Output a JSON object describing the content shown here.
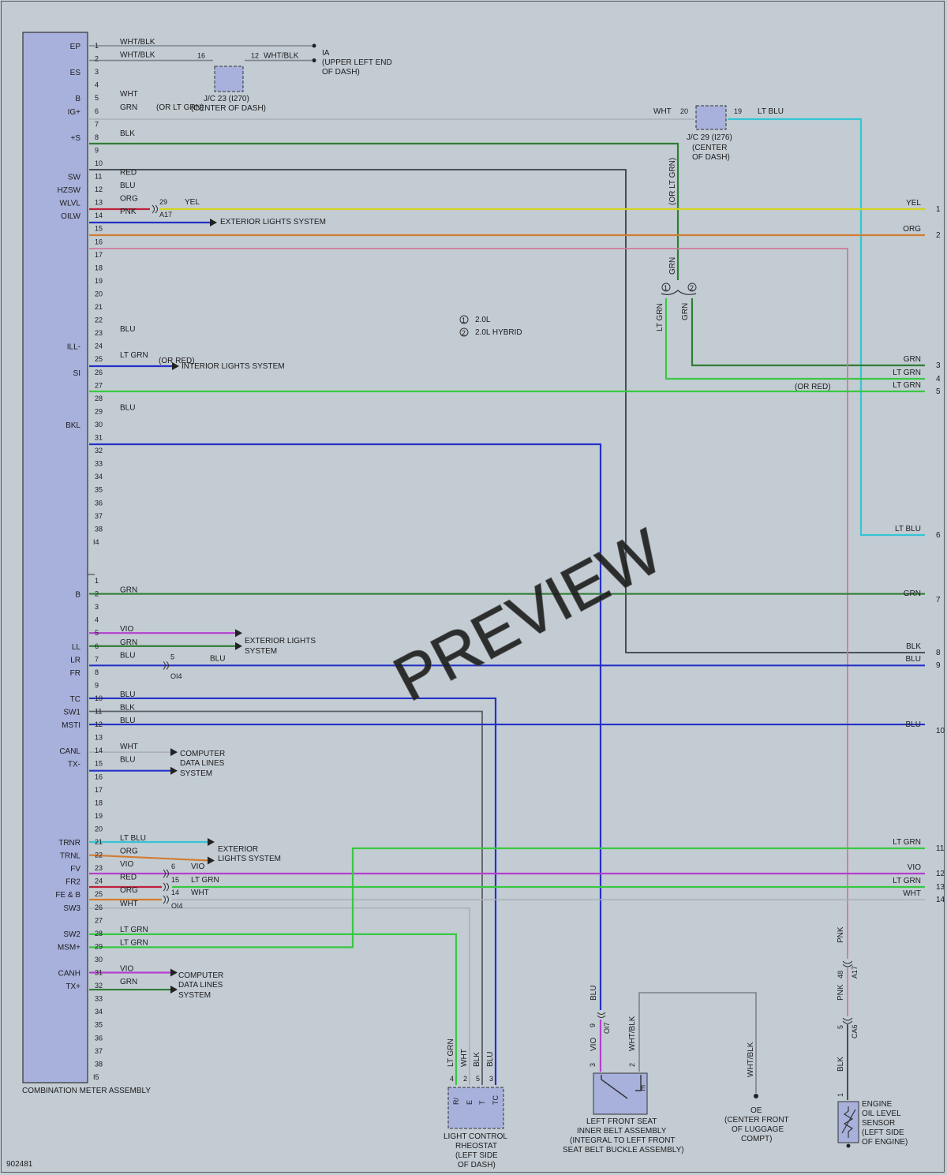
{
  "diagram_id": "902481",
  "watermark": "PREVIEW",
  "meter": {
    "title": "COMBINATION METER ASSEMBLY",
    "connector_a": "I4",
    "connector_b": "I5",
    "pin_labels_a": {
      "1": "EP",
      "3": "ES",
      "5": "B",
      "6": "IG+",
      "8": "+S",
      "11": "SW",
      "12": "HZSW",
      "13": "WLVL",
      "14": "OILW",
      "24": "ILL-",
      "26": "SI",
      "30": "BKL"
    },
    "pin_labels_b": {
      "2": "B",
      "6": "LL",
      "7": "LR",
      "8": "FR",
      "10": "TC",
      "11": "SW1",
      "12": "MSTI",
      "14": "CANL",
      "15": "TX-",
      "21": "TRNR",
      "22": "TRNL",
      "23": "FV",
      "24": "FR2",
      "25": "FE & B",
      "26": "SW3",
      "28": "SW2",
      "29": "MSM+",
      "31": "CANH",
      "32": "TX+"
    }
  },
  "wire_colors": {
    "WHT": "#a9b0b7",
    "WHTBLK": "#7d848b",
    "GRN": "#2f7d34",
    "BLK": "#3a3f44",
    "RED": "#c0213a",
    "YEL": "#d4d41e",
    "BLU": "#2431c7",
    "ORG": "#d27c31",
    "PNK": "#d07a9b",
    "LTGRN": "#38c842",
    "LTBLU": "#35c4d4",
    "VIO": "#b53fcf"
  },
  "wires_a": [
    {
      "pin": "1",
      "color": "WHT/BLK"
    },
    {
      "pin": "2",
      "color": "WHT/BLK"
    },
    {
      "pin": "5",
      "color": "WHT"
    },
    {
      "pin": "6",
      "color": "GRN",
      "note": "(OR LT GRN)"
    },
    {
      "pin": "8",
      "color": "BLK"
    },
    {
      "pin": "11",
      "color": "RED"
    },
    {
      "pin": "12",
      "color": "BLU"
    },
    {
      "pin": "13",
      "color": "ORG"
    },
    {
      "pin": "14",
      "color": "PNK"
    },
    {
      "pin": "23",
      "color": "BLU"
    },
    {
      "pin": "25",
      "color": "LT GRN",
      "note": "(OR RED)"
    },
    {
      "pin": "29",
      "color": "BLU"
    }
  ],
  "wires_b": [
    {
      "pin": "2",
      "color": "GRN"
    },
    {
      "pin": "5",
      "color": "VIO"
    },
    {
      "pin": "6",
      "color": "GRN"
    },
    {
      "pin": "7",
      "color": "BLU"
    },
    {
      "pin": "10",
      "color": "BLU"
    },
    {
      "pin": "11",
      "color": "BLK"
    },
    {
      "pin": "12",
      "color": "BLU"
    },
    {
      "pin": "14",
      "color": "WHT"
    },
    {
      "pin": "15",
      "color": "BLU"
    },
    {
      "pin": "21",
      "color": "LT BLU"
    },
    {
      "pin": "22",
      "color": "ORG"
    },
    {
      "pin": "23",
      "color": "VIO"
    },
    {
      "pin": "24",
      "color": "RED"
    },
    {
      "pin": "25",
      "color": "ORG"
    },
    {
      "pin": "26",
      "color": "WHT"
    },
    {
      "pin": "28",
      "color": "LT GRN"
    },
    {
      "pin": "29",
      "color": "LT GRN"
    },
    {
      "pin": "31",
      "color": "VIO"
    },
    {
      "pin": "32",
      "color": "GRN"
    }
  ],
  "ground_ia": {
    "name": "IA",
    "desc1": "(UPPER LEFT END",
    "desc2": "OF DASH)"
  },
  "jc23": {
    "pin_left": "16",
    "pin_right": "12",
    "wire_out": "WHT/BLK",
    "name": "J/C 23 (I270)",
    "desc": "(CENTER OF DASH)"
  },
  "jc29": {
    "pin_left": "20",
    "pin_right": "19",
    "wire_in": "WHT",
    "wire_out": "LT BLU",
    "name": "J/C 29 (I276)",
    "desc1": "(CENTER",
    "desc2": "OF DASH)"
  },
  "a17_1": {
    "pin": "29",
    "wire": "YEL",
    "conn": "A17"
  },
  "oi4_1": {
    "pin": "5",
    "wire": "BLU",
    "conn": "OI4"
  },
  "oi4_2": {
    "pin_a": "6",
    "wire_a": "VIO",
    "pin_b": "15",
    "wire_b": "LT GRN",
    "pin_c": "14",
    "wire_c": "WHT",
    "conn": "OI4"
  },
  "arrows": {
    "ext1": "EXTERIOR LIGHTS SYSTEM",
    "int": "INTERIOR LIGHTS SYSTEM",
    "ext2a": "EXTERIOR LIGHTS",
    "ext2b": "SYSTEM",
    "cdl_a": "COMPUTER",
    "cdl_b": "DATA LINES",
    "cdl_c": "SYSTEM",
    "ext3a": "EXTERIOR",
    "ext3b": "LIGHTS SYSTEM"
  },
  "notes": {
    "or_lt_grn": "(OR LT GRN)",
    "or_red": "(OR RED)",
    "v1": "2.0L",
    "v2": "2.0L HYBRID",
    "n1": "1",
    "n2": "2"
  },
  "splice_labels": {
    "grn_top": "GRN",
    "left": "LT GRN",
    "right": "GRN"
  },
  "right_outputs": [
    {
      "num": "1",
      "color": "YEL"
    },
    {
      "num": "2",
      "color": "ORG"
    },
    {
      "num": "3",
      "color": "GRN"
    },
    {
      "num": "4",
      "color": "LT GRN"
    },
    {
      "num": "5",
      "color": "LT GRN"
    },
    {
      "num": "6",
      "color": "LT BLU"
    },
    {
      "num": "7",
      "color": "GRN"
    },
    {
      "num": "8",
      "color": "BLK"
    },
    {
      "num": "9",
      "color": "BLU"
    },
    {
      "num": "10",
      "color": "BLU"
    },
    {
      "num": "11",
      "color": "LT GRN"
    },
    {
      "num": "12",
      "color": "VIO"
    },
    {
      "num": "13",
      "color": "LT GRN"
    },
    {
      "num": "14",
      "color": "WHT"
    }
  ],
  "rheostat": {
    "pins": [
      "4",
      "2",
      "5",
      "3"
    ],
    "wires": [
      "LT GRN",
      "WHT",
      "BLK",
      "BLU"
    ],
    "terminals": [
      "R/",
      "E",
      "T",
      "TC"
    ],
    "name1": "LIGHT CONTROL",
    "name2": "RHEOSTAT",
    "name3": "(LEFT SIDE",
    "name4": "OF DASH)"
  },
  "belt": {
    "wire_top": "BLU",
    "conn_pin": "9",
    "conn": "OI7",
    "pin_left": "3",
    "wire_left": "VIO",
    "pin_right": "2",
    "wire_right": "WHT/BLK",
    "term": "E",
    "name1": "LEFT FRONT SEAT",
    "name2": "INNER BELT ASSEMBLY",
    "name3": "(INTEGRAL TO LEFT FRONT",
    "name4": "SEAT BELT BUCKLE ASSEMBLY)"
  },
  "ground_oe": {
    "wire": "WHT/BLK",
    "name": "OE",
    "desc1": "(CENTER FRONT",
    "desc2": "OF LUGGAGE",
    "desc3": "COMPT)"
  },
  "oil_sensor": {
    "wire_top": "PNK",
    "a17_pin": "48",
    "a17": "A17",
    "wire_mid": "PNK",
    "ca6_pin": "5",
    "ca6": "CA6",
    "wire_bot": "BLK",
    "pin": "1",
    "name1": "ENGINE",
    "name2": "OIL LEVEL",
    "name3": "SENSOR",
    "name4": "(LEFT SIDE",
    "name5": "OF ENGINE)"
  }
}
